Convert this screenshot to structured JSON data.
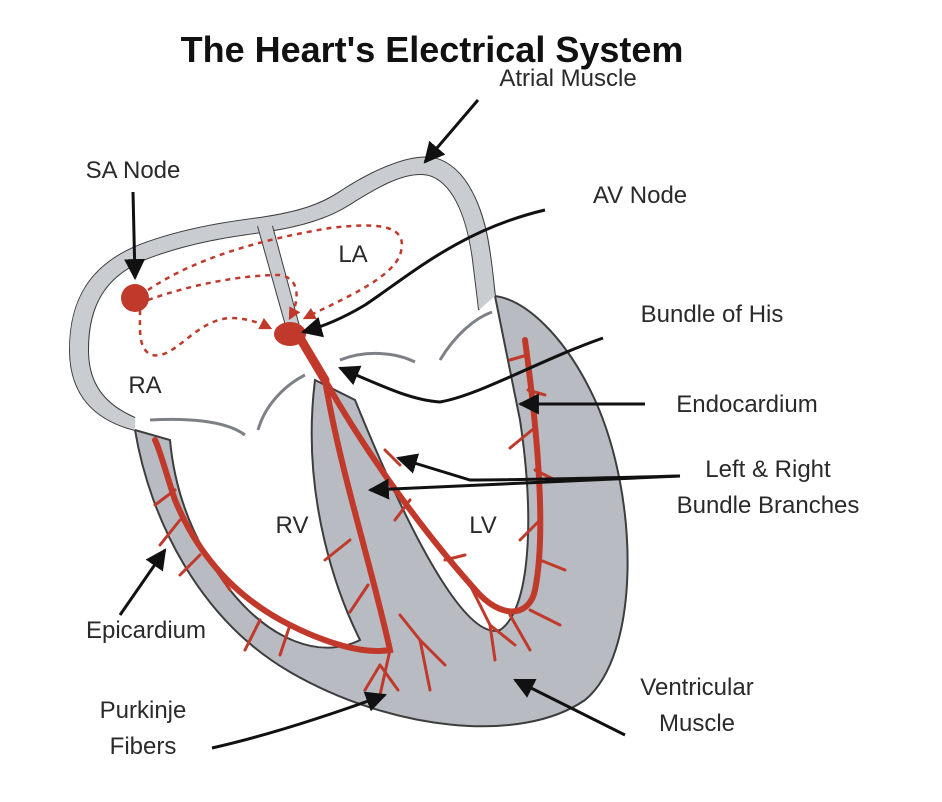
{
  "title": "The Heart's Electrical System",
  "labels": {
    "atrial_muscle": "Atrial Muscle",
    "sa_node": "SA Node",
    "av_node": "AV Node",
    "bundle_of_his": "Bundle of His",
    "endocardium": "Endocardium",
    "bundle_branches_line1": "Left & Right",
    "bundle_branches_line2": "Bundle Branches",
    "epicardium": "Epicardium",
    "purkinje_line1": "Purkinje",
    "purkinje_line2": "Fibers",
    "ventricular_line1": "Ventricular",
    "ventricular_line2": "Muscle"
  },
  "chambers": {
    "ra": "RA",
    "la": "LA",
    "rv": "RV",
    "lv": "LV"
  },
  "colors": {
    "conduction": "#c0392b",
    "muscle_fill": "#b8bcc2",
    "outline": "#3d3d3d",
    "arrow": "#111111"
  }
}
